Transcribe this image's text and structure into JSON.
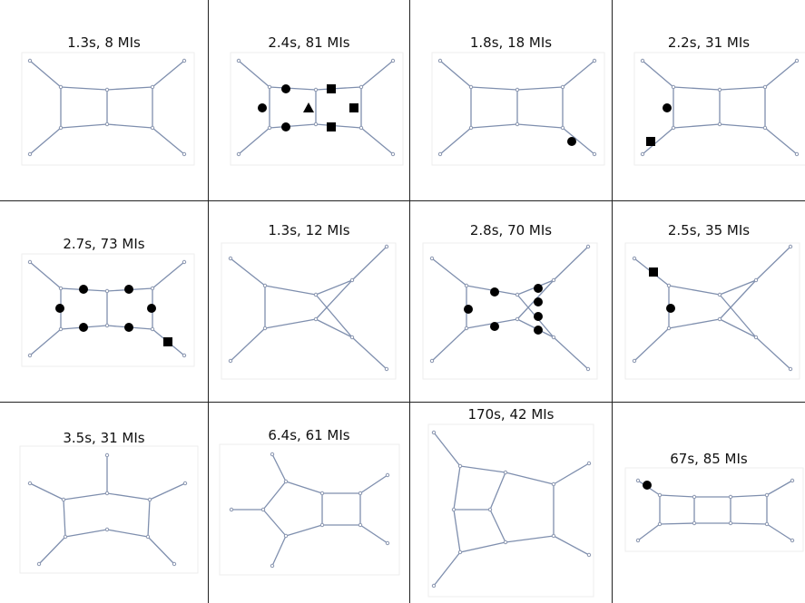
{
  "figure": {
    "cells": [
      {
        "caption": "1.3s, 8 MIs"
      },
      {
        "caption": "2.4s, 81 MIs"
      },
      {
        "caption": "1.8s, 18 MIs"
      },
      {
        "caption": "2.2s, 31 MIs"
      },
      {
        "caption": "2.7s, 73 MIs"
      },
      {
        "caption": "1.3s, 12 MIs"
      },
      {
        "caption": "2.8s, 70 MIs"
      },
      {
        "caption": "2.5s, 35 MIs"
      },
      {
        "caption": "3.5s, 31 MIs"
      },
      {
        "caption": "6.4s, 61 MIs"
      },
      {
        "caption": "170s, 42 MIs"
      },
      {
        "caption": "67s, 85 MIs"
      }
    ],
    "colors": {
      "edge": "#7f8fae",
      "vertex": "#8a96b0",
      "marker": "#000000",
      "grid": "#222222",
      "frame": "#eeeeee"
    },
    "marker_kinds": [
      "circle",
      "square",
      "triangle"
    ]
  }
}
